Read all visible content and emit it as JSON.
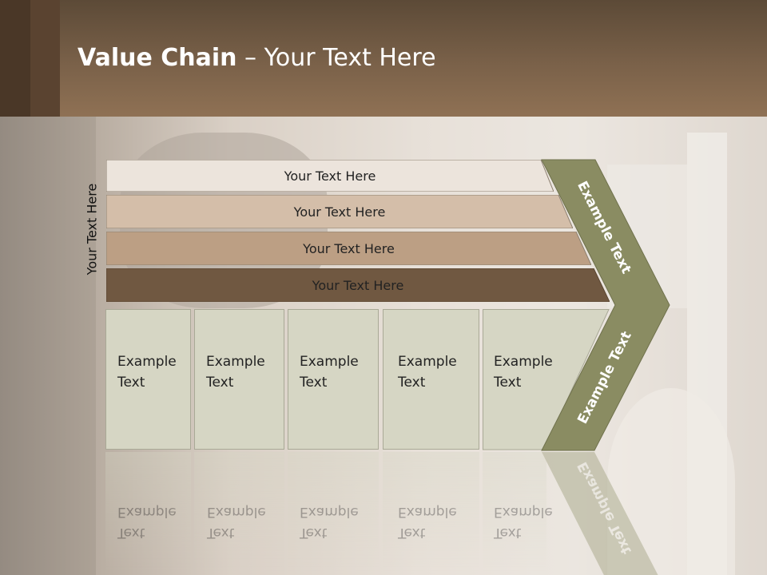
{
  "slide": {
    "title_bold": "Value Chain",
    "title_rest": " – Your Text Here"
  },
  "side_label": "Your Text Here",
  "bars": [
    {
      "label": "Your Text Here",
      "color": "#ece4dc"
    },
    {
      "label": "Your Text Here",
      "color": "#d4bea9"
    },
    {
      "label": "Your Text Here",
      "color": "#bc9f84"
    },
    {
      "label": "Your Text Here",
      "color": "#705841"
    }
  ],
  "boxes": [
    {
      "line1": "Example",
      "line2": "Text"
    },
    {
      "line1": "Example",
      "line2": "Text"
    },
    {
      "line1": "Example",
      "line2": "Text"
    },
    {
      "line1": "Example",
      "line2": "Text"
    },
    {
      "line1": "Example",
      "line2": "Text"
    }
  ],
  "chevron": {
    "upper_label": "Example Text",
    "lower_label": "Example Text",
    "color": "#8a8c62"
  },
  "box_color": "#d6d6c4"
}
